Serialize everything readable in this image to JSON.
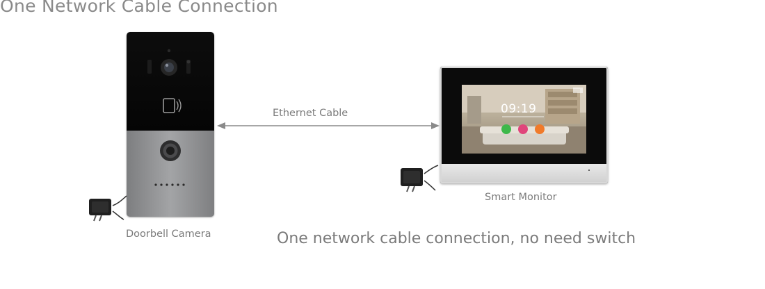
{
  "title": "One Network Cable Connection",
  "doorbell": {
    "label": "Doorbell Camera"
  },
  "monitor": {
    "label": "Smart Monitor",
    "time": "09:19"
  },
  "connection": {
    "label": "Ethernet Cable"
  },
  "caption": "One network cable connection, no need switch",
  "colors": {
    "text": "#7b7b7b",
    "doorbell_panel": "#8e8f91",
    "screen_bezel": "#0b0b0b"
  }
}
